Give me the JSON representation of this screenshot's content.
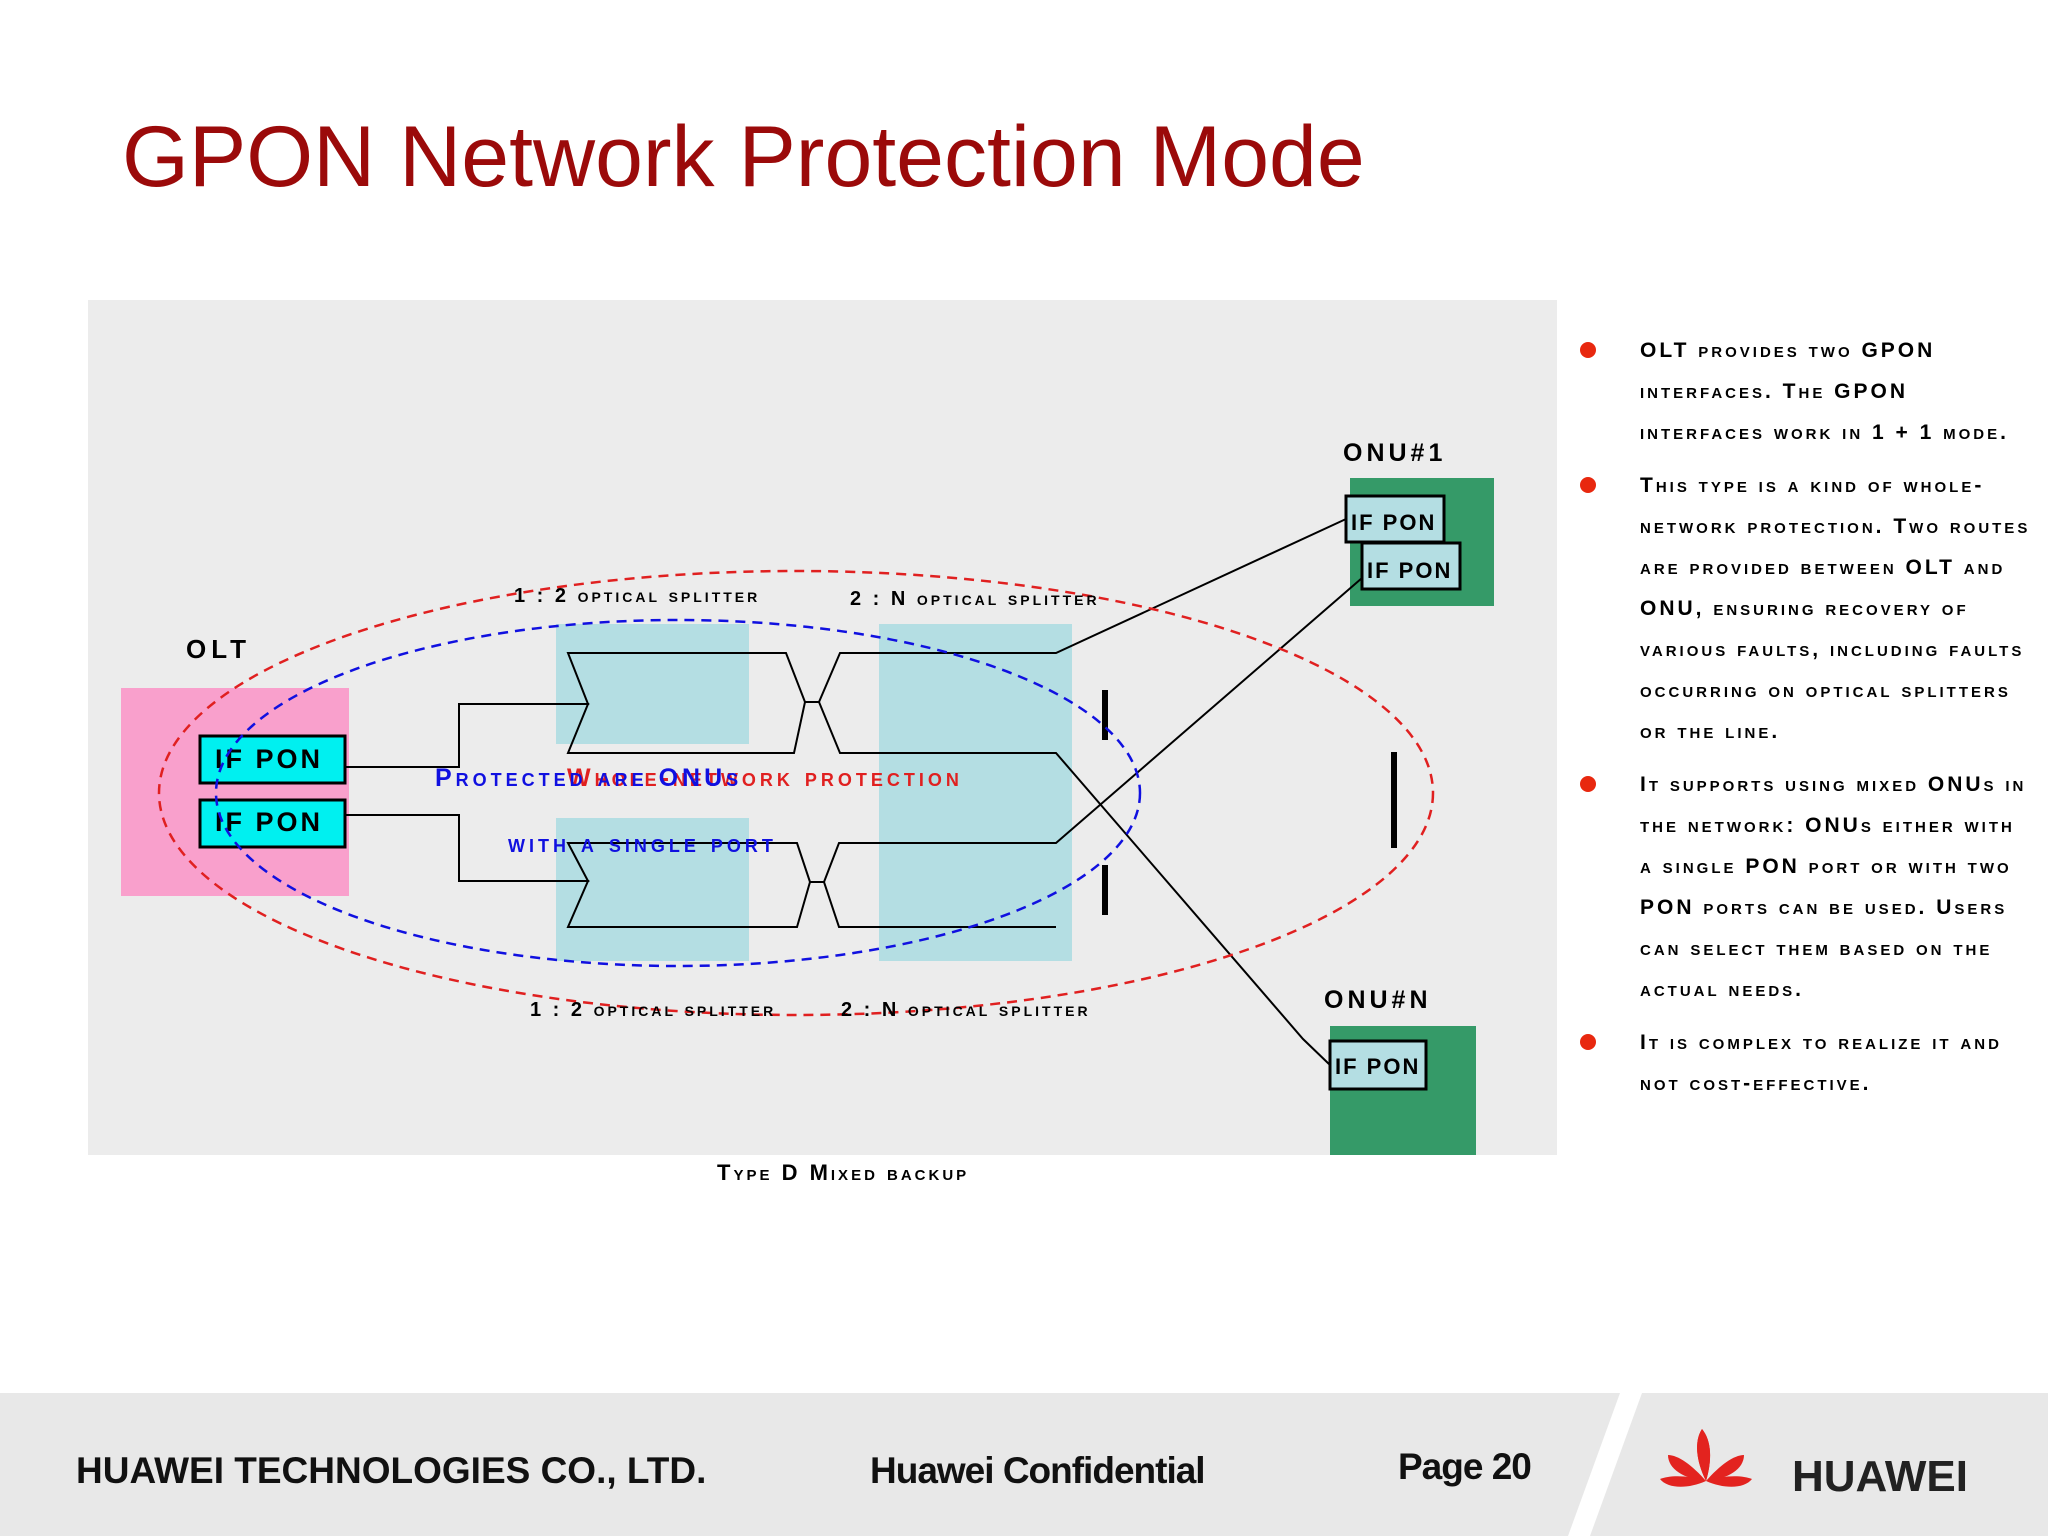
{
  "slide": {
    "title": "GPON Network Protection Mode"
  },
  "diagram": {
    "olt_label": "OLT",
    "olt_port_1": "IF PON",
    "olt_port_2": "IF PON",
    "onu1_label": "ONU#1",
    "onu1_port_1": "IF PON",
    "onu1_port_2": "IF PON",
    "onuN_label": "ONU#N",
    "onuN_port_1": "IF PON",
    "splitter_top_1": "1 : 2 optical splitter",
    "splitter_top_2": "2 : N optical splitter",
    "splitter_bottom_1": "1 : 2 optical splitter",
    "splitter_bottom_2": "2 : N optical splitter",
    "whole_network_label": "Whole-network protection",
    "protected_onus_line1": "Protected are ONUs",
    "protected_onus_line2": "with a single port",
    "caption": "Type D   Mixed backup",
    "colors": {
      "olt_fill": "#f9a0cc",
      "onu_fill": "#359a68",
      "port_fill": "#00f0f0",
      "splitter_fill": "#b4dee3",
      "red_ellipse": "#e02020",
      "blue_ellipse": "#1010e0"
    }
  },
  "bullets": [
    "OLT provides two GPON interfaces. The GPON interfaces work in 1 + 1 mode.",
    "This type is a kind of whole-network protection. Two routes are provided between OLT and ONU, ensuring recovery of various faults, including faults occurring on optical splitters or the line.",
    "It supports using mixed ONUs in the network: ONUs either with a single PON port or with two PON ports can be used. Users can select them based on the actual needs.",
    "It is complex to realize it and not cost-effective."
  ],
  "footer": {
    "company": "HUAWEI TECHNOLOGIES CO., LTD.",
    "confidential": "Huawei Confidential",
    "page": "Page 20",
    "logo_text": "HUAWEI",
    "logo_icon": "huawei-petal-logo"
  }
}
